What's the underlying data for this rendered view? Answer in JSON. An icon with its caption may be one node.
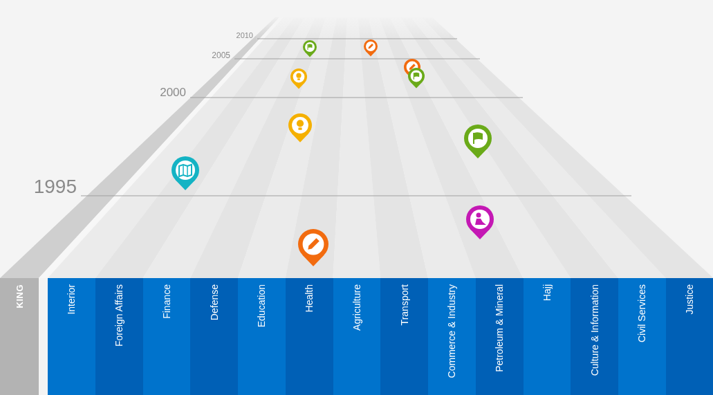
{
  "diagram": {
    "nodes": [
      {
        "text": [
          "KING"
        ]
      },
      {
        "text": [
          "Interior"
        ]
      },
      {
        "text": [
          "Foreign Affairs"
        ]
      },
      {
        "text": [
          "Finance"
        ]
      },
      {
        "text": [
          "Defense"
        ]
      },
      {
        "text": [
          "Education"
        ]
      },
      {
        "text": [
          "Health"
        ]
      },
      {
        "text": [
          "Agriculture"
        ]
      },
      {
        "text": [
          "Transport"
        ]
      },
      {
        "text": [
          "Commerce & Industry"
        ]
      },
      {
        "text": [
          "Petroleum & Mineral"
        ]
      },
      {
        "text": [
          "Hajj"
        ]
      },
      {
        "text": [
          "Culture & Information"
        ]
      },
      {
        "text": [
          "Civil Services"
        ]
      },
      {
        "text": [
          "Justice"
        ]
      }
    ],
    "labels": [
      "2010",
      "2005",
      "2000",
      "1995"
    ]
  }
}
